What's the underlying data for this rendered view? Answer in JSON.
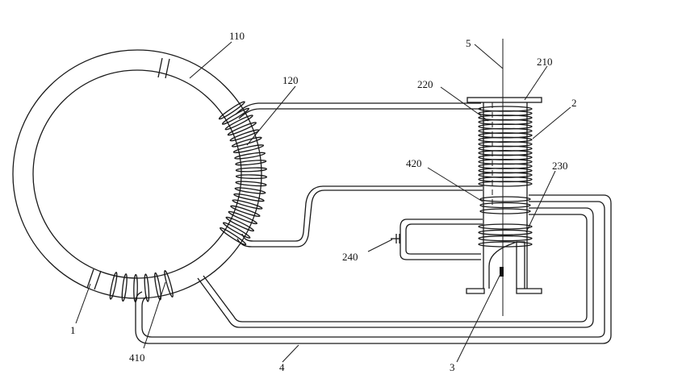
{
  "labels": {
    "l1": "1",
    "l110": "110",
    "l120": "120",
    "l2": "2",
    "l210": "210",
    "l220": "220",
    "l230": "230",
    "l240": "240",
    "l3": "3",
    "l4": "4",
    "l410": "410",
    "l420": "420",
    "l5": "5"
  },
  "colors": {
    "line": "#1a1a1a",
    "background": "#ffffff"
  }
}
